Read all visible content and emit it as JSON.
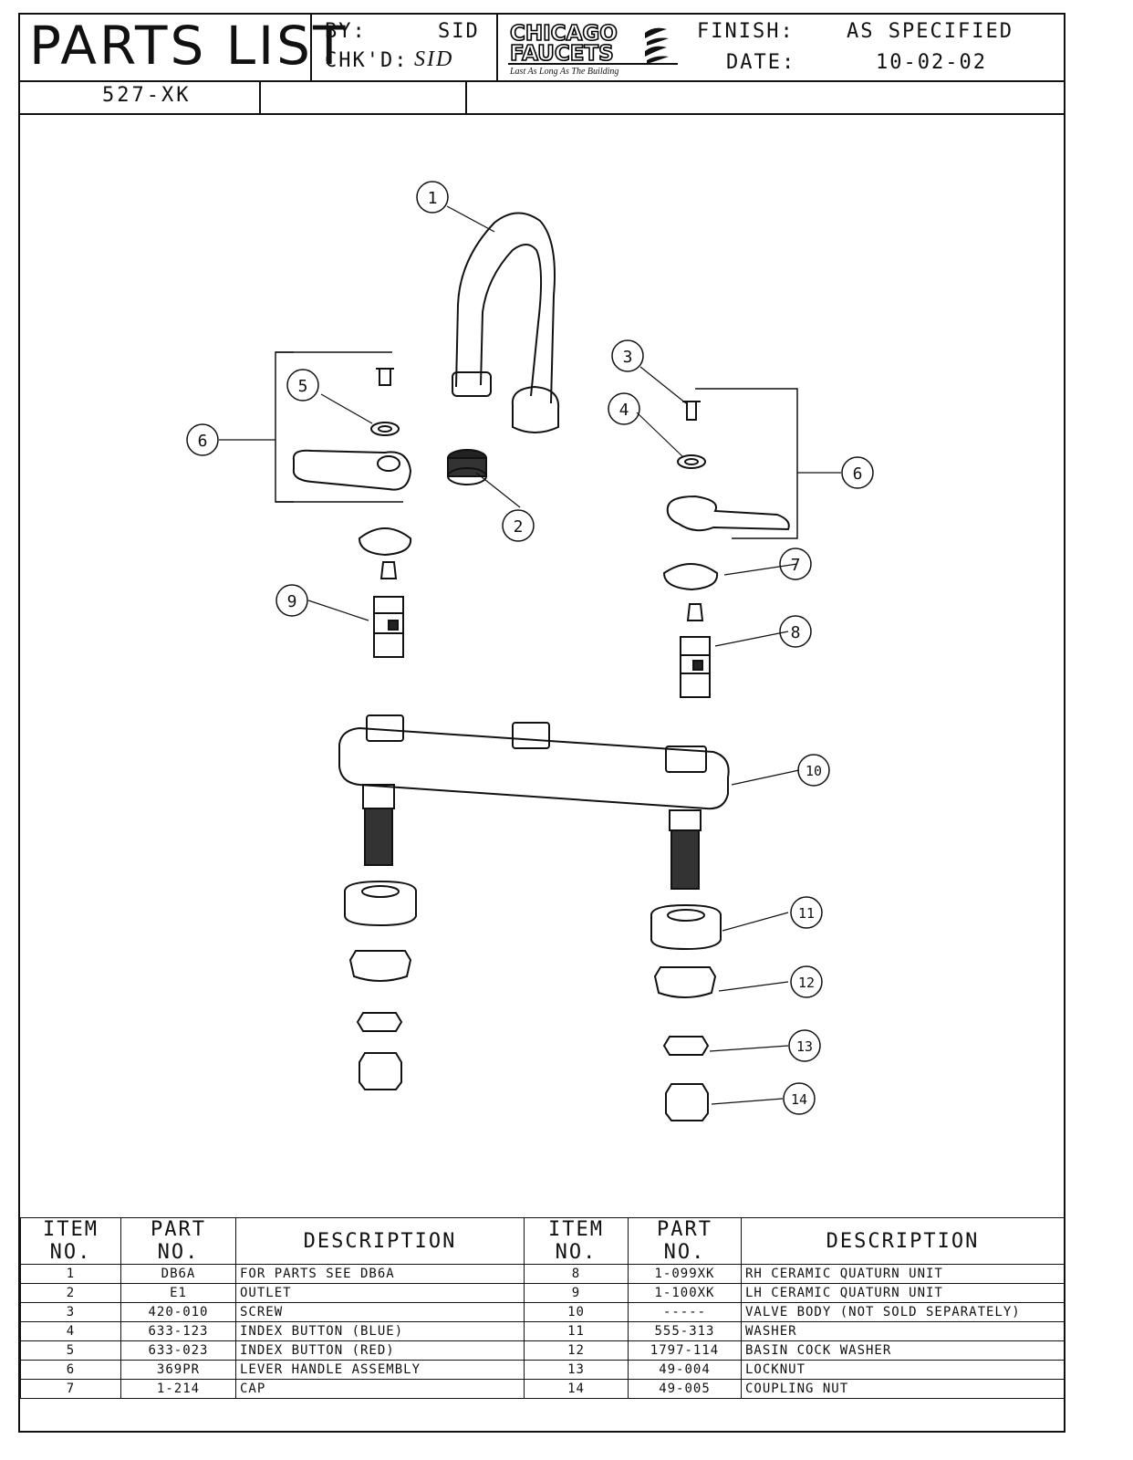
{
  "header": {
    "title": "PARTS LIST",
    "by_label": "BY:",
    "by_value": "SID",
    "chkd_label": "CHK'D:",
    "chkd_value": "SID",
    "finish_label": "FINISH:",
    "finish_value": "AS SPECIFIED",
    "date_label": "DATE:",
    "date_value": "10-02-02",
    "model": "527-XK"
  },
  "logo": {
    "line1": "CHICAGO",
    "line2": "FAUCETS",
    "tagline": "Last As Long As The Building"
  },
  "callouts": [
    "1",
    "2",
    "3",
    "4",
    "5",
    "6",
    "6",
    "7",
    "8",
    "9",
    "10",
    "11",
    "12",
    "13",
    "14"
  ],
  "table": {
    "headers": [
      "ITEM NO.",
      "PART NO.",
      "DESCRIPTION",
      "ITEM NO.",
      "PART NO.",
      "DESCRIPTION"
    ],
    "left": [
      {
        "item": "1",
        "part": "DB6A",
        "desc": "FOR PARTS SEE DB6A"
      },
      {
        "item": "2",
        "part": "E1",
        "desc": "OUTLET"
      },
      {
        "item": "3",
        "part": "420-010",
        "desc": "SCREW"
      },
      {
        "item": "4",
        "part": "633-123",
        "desc": "INDEX BUTTON (BLUE)"
      },
      {
        "item": "5",
        "part": "633-023",
        "desc": "INDEX BUTTON (RED)"
      },
      {
        "item": "6",
        "part": "369PR",
        "desc": "LEVER HANDLE ASSEMBLY"
      },
      {
        "item": "7",
        "part": "1-214",
        "desc": "CAP"
      }
    ],
    "right": [
      {
        "item": "8",
        "part": "1-099XK",
        "desc": "RH CERAMIC QUATURN UNIT"
      },
      {
        "item": "9",
        "part": "1-100XK",
        "desc": "LH CERAMIC QUATURN UNIT"
      },
      {
        "item": "10",
        "part": "-----",
        "desc": "VALVE BODY (NOT SOLD SEPARATELY)"
      },
      {
        "item": "11",
        "part": "555-313",
        "desc": "WASHER"
      },
      {
        "item": "12",
        "part": "1797-114",
        "desc": "BASIN COCK WASHER"
      },
      {
        "item": "13",
        "part": "49-004",
        "desc": "LOCKNUT"
      },
      {
        "item": "14",
        "part": "49-005",
        "desc": "COUPLING NUT"
      }
    ]
  }
}
